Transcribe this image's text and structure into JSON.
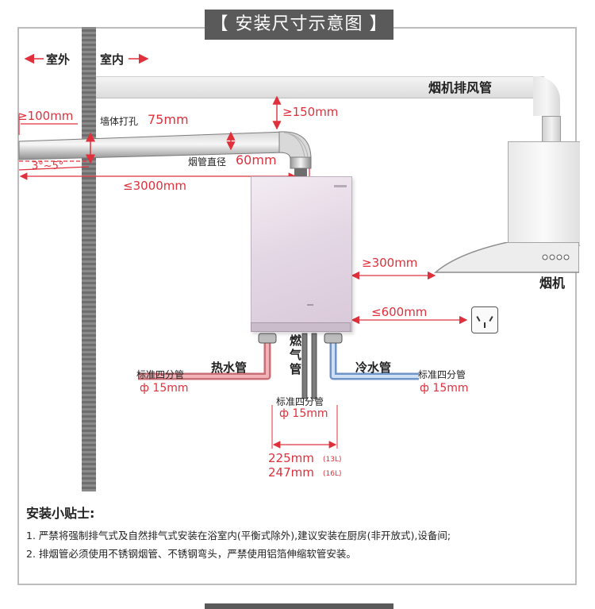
{
  "title": "【 安装尺寸示意图 】",
  "labels": {
    "outdoor": "室外",
    "indoor": "室内",
    "hood_duct": "烟机排风管",
    "dist_100": "≥100mm",
    "wall_hole_prefix": "墙体打孔",
    "wall_hole_value": "75mm",
    "dist_150": "≥150mm",
    "flue_dia_prefix": "烟管直径",
    "flue_dia_value": "60mm",
    "angle": "3°~5°",
    "dist_3000": "≤3000mm",
    "dist_300": "≥300mm",
    "hood": "烟机",
    "dist_600": "≤600mm",
    "gas_pipe": "燃气管",
    "hot_pipe": "热水管",
    "cold_pipe": "冷水管",
    "std_pipe_left": "标准四分管",
    "phi_left": "ф 15mm",
    "std_pipe_mid": "标准四分管",
    "phi_mid": "ф 15mm",
    "std_pipe_right": "标准四分管",
    "phi_right": "ф 15mm",
    "w13_value": "225mm",
    "w13_unit": "(13L)",
    "w16_value": "247mm",
    "w16_unit": "(16L)"
  },
  "tips": {
    "heading": "安装小贴士:",
    "items": [
      "1. 严禁将强制排气式及自然排气式安装在浴室内(平衡式除外),建议安装在厨房(非开放式),设备间;",
      "2. 排烟管必须使用不锈钢烟管、不锈钢弯头，严禁使用铝箔伸缩软管安装。"
    ]
  },
  "colors": {
    "accent_red": "#e0303c",
    "hot_pipe": "#e88c93",
    "cold_pipe": "#8fb3de",
    "title_bg": "#5a5a5a"
  }
}
